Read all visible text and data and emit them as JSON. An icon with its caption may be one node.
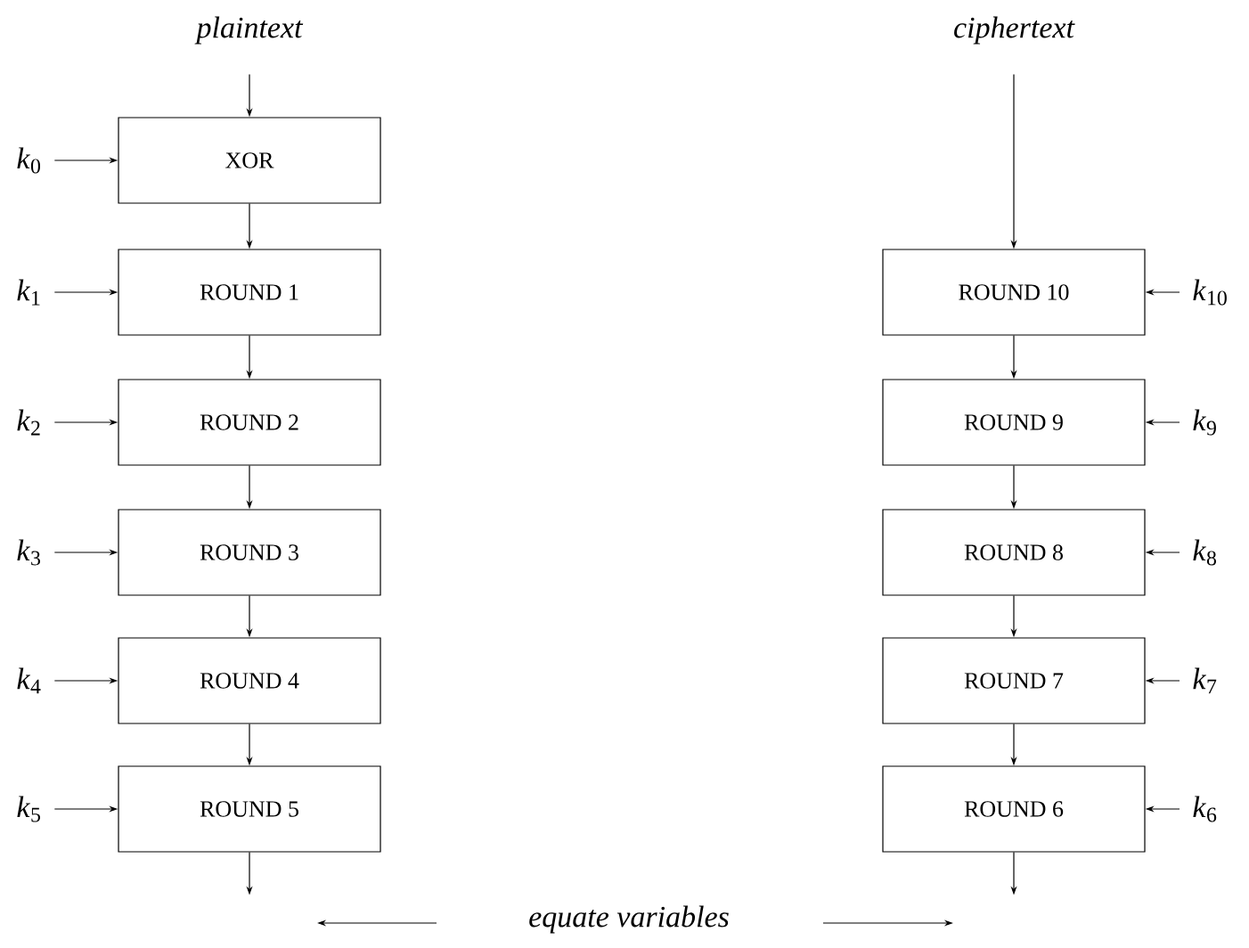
{
  "diagram": {
    "nodes": [
      {
        "text": [
          "plaintext"
        ]
      },
      {
        "text": [
          "XOR"
        ]
      },
      {
        "text": [
          "ROUND 1"
        ]
      },
      {
        "text": [
          "ROUND 2"
        ]
      },
      {
        "text": [
          "ROUND 3"
        ]
      },
      {
        "text": [
          "ROUND 4"
        ]
      },
      {
        "text": [
          "ROUND 5"
        ]
      },
      {
        "text": [
          "ciphertext"
        ]
      },
      {
        "text": [
          "ROUND 10"
        ]
      },
      {
        "text": [
          "ROUND 9"
        ]
      },
      {
        "text": [
          "ROUND 8"
        ]
      },
      {
        "text": [
          "ROUND 7"
        ]
      },
      {
        "text": [
          "ROUND 6"
        ]
      },
      {
        "text": [
          "*k*$_{0}$"
        ]
      },
      {
        "text": [
          "*k*$_{1}$"
        ]
      },
      {
        "text": [
          "*k*$_{2}$"
        ]
      },
      {
        "text": [
          "*k*$_{3}$"
        ]
      },
      {
        "text": [
          "*k*$_{4}$"
        ]
      },
      {
        "text": [
          "*k*$_{5}$"
        ]
      },
      {
        "text": [
          "*k*$_{10}$"
        ]
      },
      {
        "text": [
          "*k*$_{9}$"
        ]
      },
      {
        "text": [
          "*k*$_{8}$"
        ]
      },
      {
        "text": [
          "*k*$_{7}$"
        ]
      },
      {
        "text": [
          "*k*$_{6}$"
        ]
      }
    ],
    "edges": [
      {
        "from": 0,
        "to": 1,
        "arrow": "to"
      },
      {
        "from": 1,
        "to": 2,
        "arrow": "to"
      },
      {
        "from": 2,
        "to": 3,
        "arrow": "to"
      },
      {
        "from": 3,
        "to": 4,
        "arrow": "to"
      },
      {
        "from": 4,
        "to": 5,
        "arrow": "to"
      },
      {
        "from": 5,
        "to": 6,
        "arrow": "to"
      },
      {
        "from": 6,
        "to": null,
        "arrow": "to"
      },
      {
        "from": 7,
        "to": 8,
        "arrow": "to"
      },
      {
        "from": 8,
        "to": 9,
        "arrow": "to"
      },
      {
        "from": 9,
        "to": 10,
        "arrow": "to"
      },
      {
        "from": 10,
        "to": 11,
        "arrow": "to"
      },
      {
        "from": 11,
        "to": 12,
        "arrow": "to"
      },
      {
        "from": 12,
        "to": null,
        "arrow": "to"
      },
      {
        "from": 13,
        "to": 1,
        "arrow": "to"
      },
      {
        "from": 14,
        "to": 2,
        "arrow": "to"
      },
      {
        "from": 15,
        "to": 3,
        "arrow": "to"
      },
      {
        "from": 16,
        "to": 4,
        "arrow": "to"
      },
      {
        "from": 17,
        "to": 5,
        "arrow": "to"
      },
      {
        "from": 18,
        "to": 6,
        "arrow": "to"
      },
      {
        "from": 19,
        "to": 8,
        "arrow": "to"
      },
      {
        "from": 20,
        "to": 9,
        "arrow": "to"
      },
      {
        "from": 21,
        "to": 10,
        "arrow": "to"
      },
      {
        "from": 22,
        "to": 11,
        "arrow": "to"
      },
      {
        "from": 23,
        "to": 12,
        "arrow": "to"
      }
    ],
    "labels": [
      "equate variables"
    ]
  }
}
